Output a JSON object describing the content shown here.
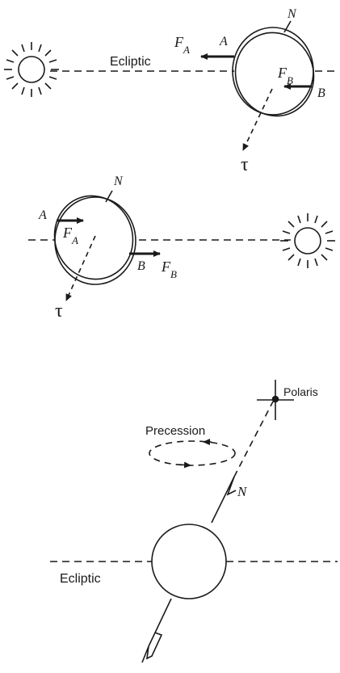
{
  "panel1": {
    "ecliptic_label": "Ecliptic",
    "north_label": "N",
    "point_a_label": "A",
    "point_b_label": "B",
    "force_a_main": "F",
    "force_a_sub": "A",
    "force_b_main": "F",
    "force_b_sub": "B",
    "torque_label": "τ"
  },
  "panel2": {
    "north_label": "N",
    "point_a_label": "A",
    "point_b_label": "B",
    "force_a_main": "F",
    "force_a_sub": "A",
    "force_b_main": "F",
    "force_b_sub": "B",
    "torque_label": "τ"
  },
  "panel3": {
    "polaris_label": "Polaris",
    "precession_label": "Precession",
    "north_label": "N",
    "ecliptic_label": "Ecliptic"
  },
  "colors": {
    "ink": "#1a1a1a",
    "background": "#ffffff"
  }
}
